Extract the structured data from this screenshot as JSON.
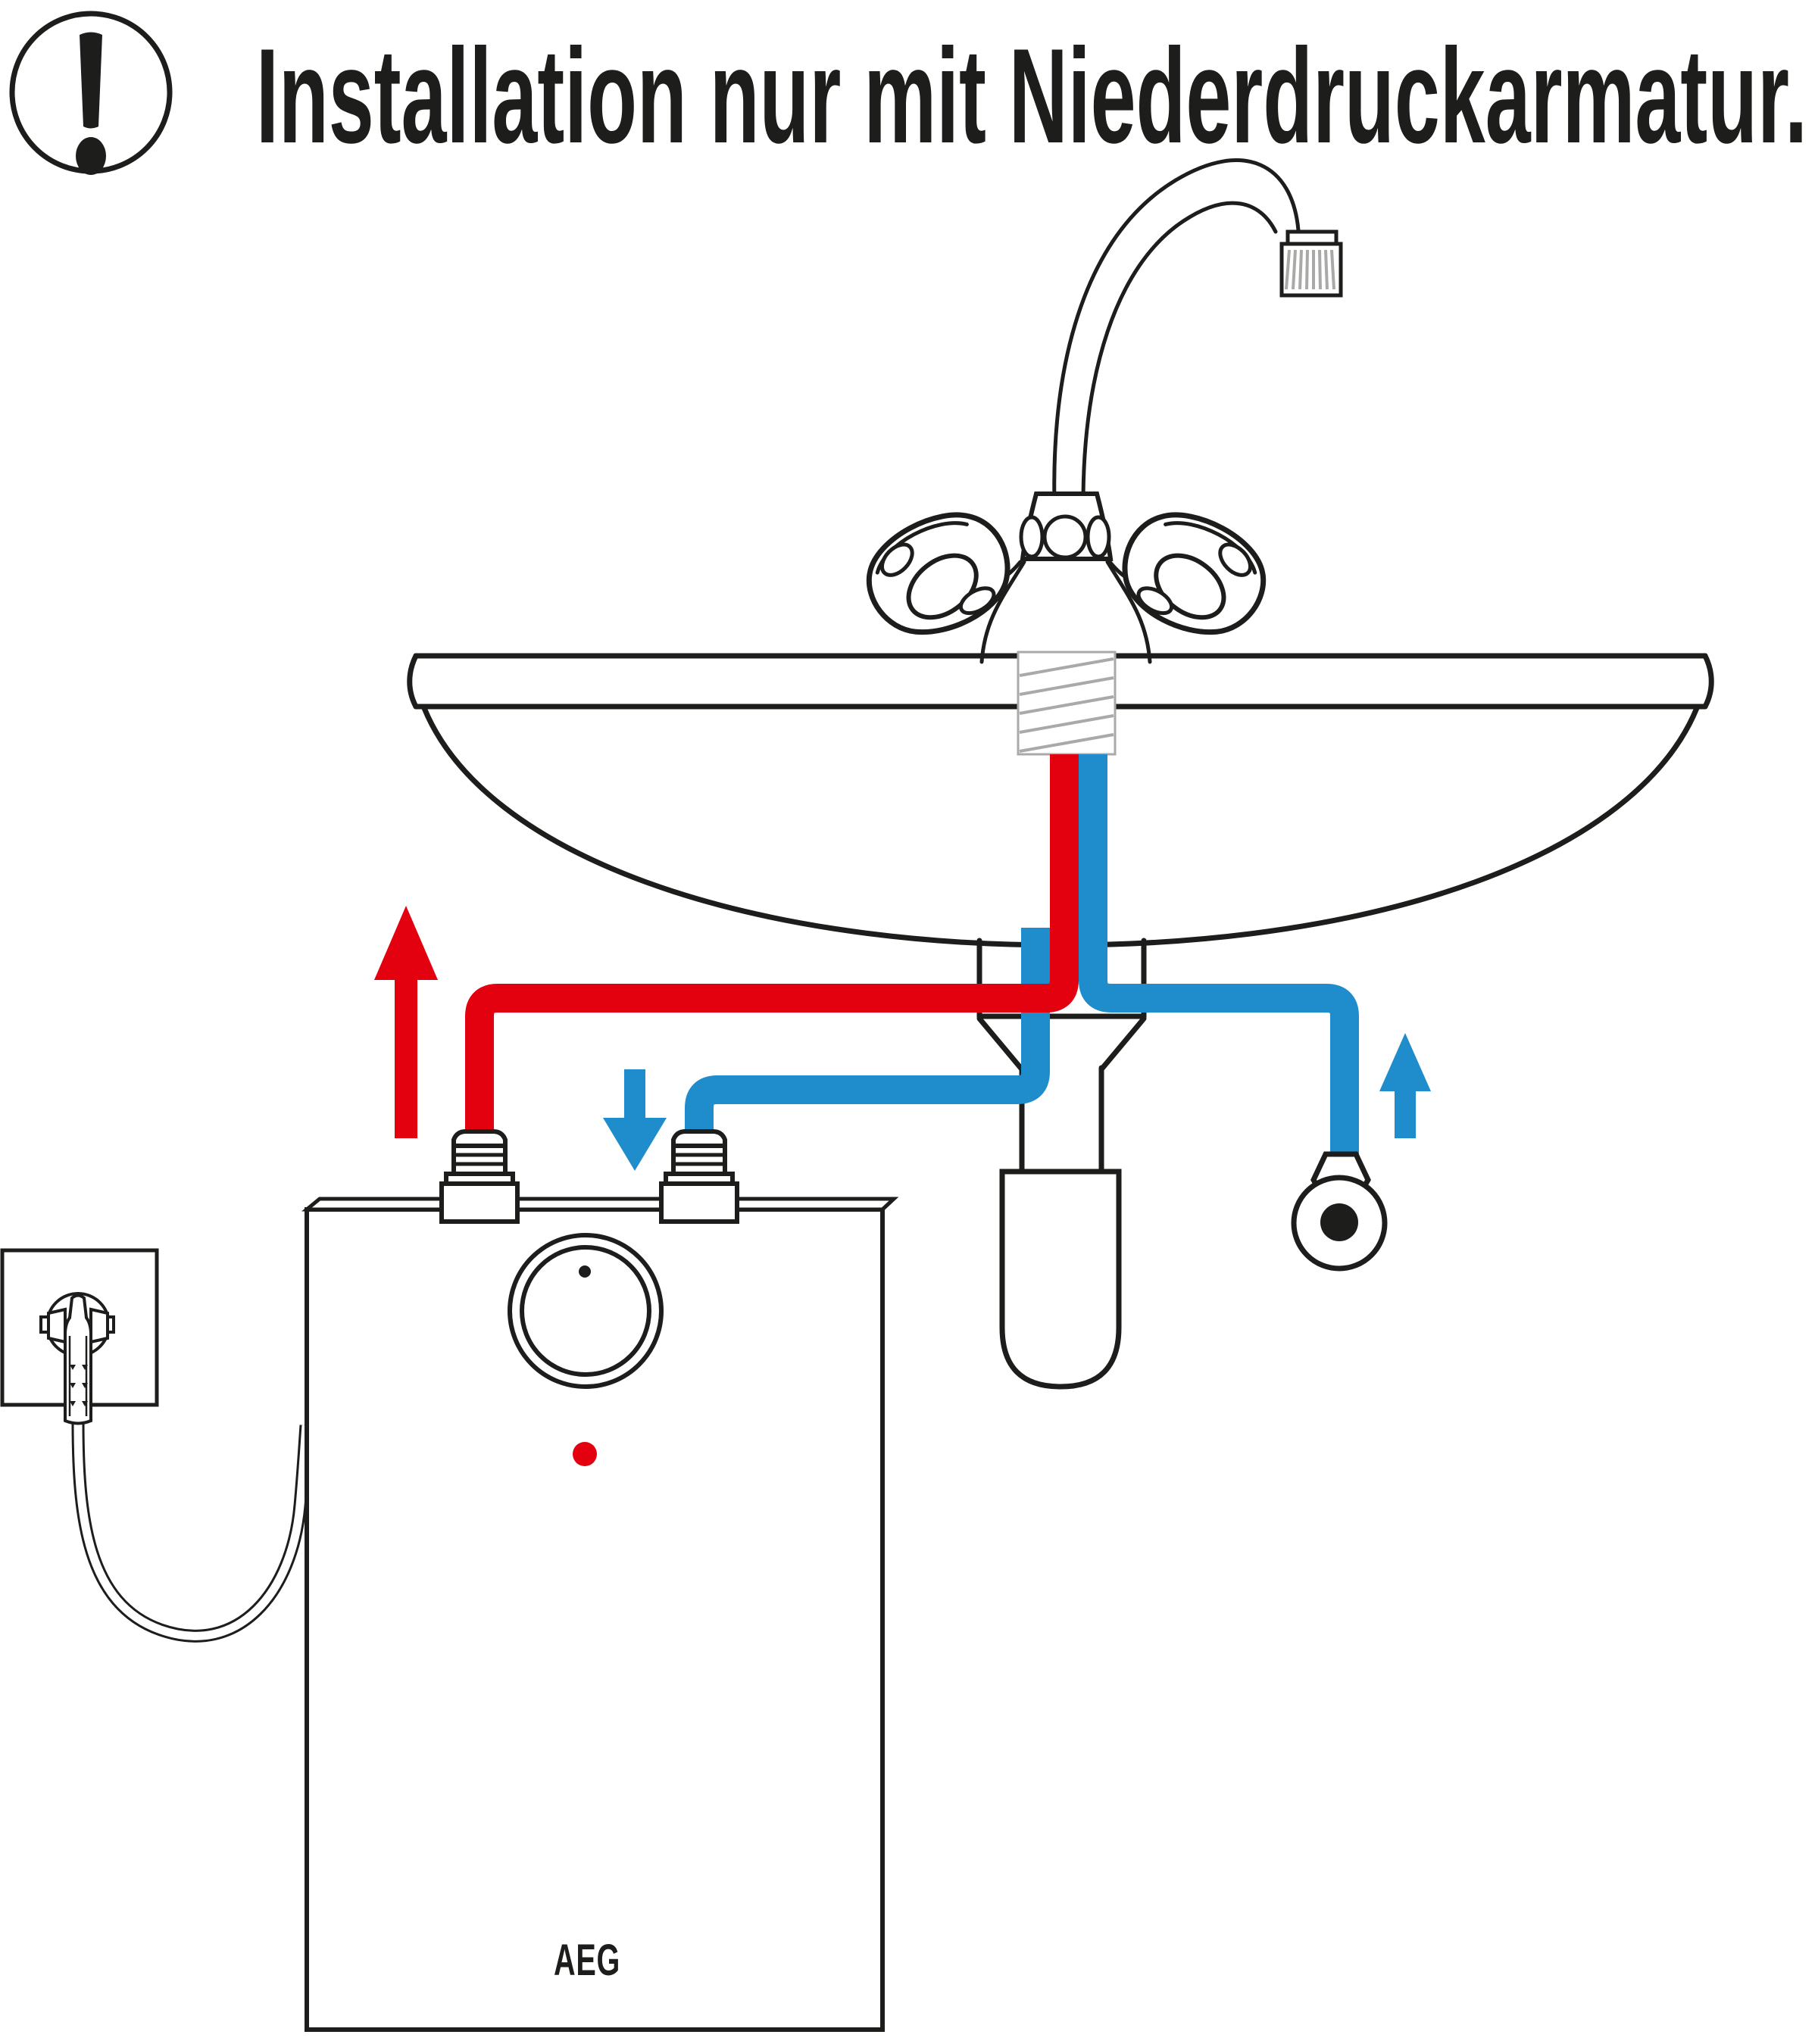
{
  "header": {
    "title": "Installation nur mit Niederdruckarmatur.",
    "warning_icon": "exclamation-circle-icon"
  },
  "heater": {
    "brand": "AEG"
  },
  "flow_arrows": [
    {
      "name": "hot-water-up-arrow",
      "color": "hot",
      "direction": "up"
    },
    {
      "name": "cold-water-down-arrow",
      "color": "cold",
      "direction": "down"
    },
    {
      "name": "cold-supply-up-arrow",
      "color": "cold",
      "direction": "up"
    }
  ],
  "colors": {
    "hot": "#e3000f",
    "cold": "#1f8ccc",
    "line": "#1d1d1b",
    "hatch": "#a9a9a8",
    "background": "#ffffff"
  }
}
